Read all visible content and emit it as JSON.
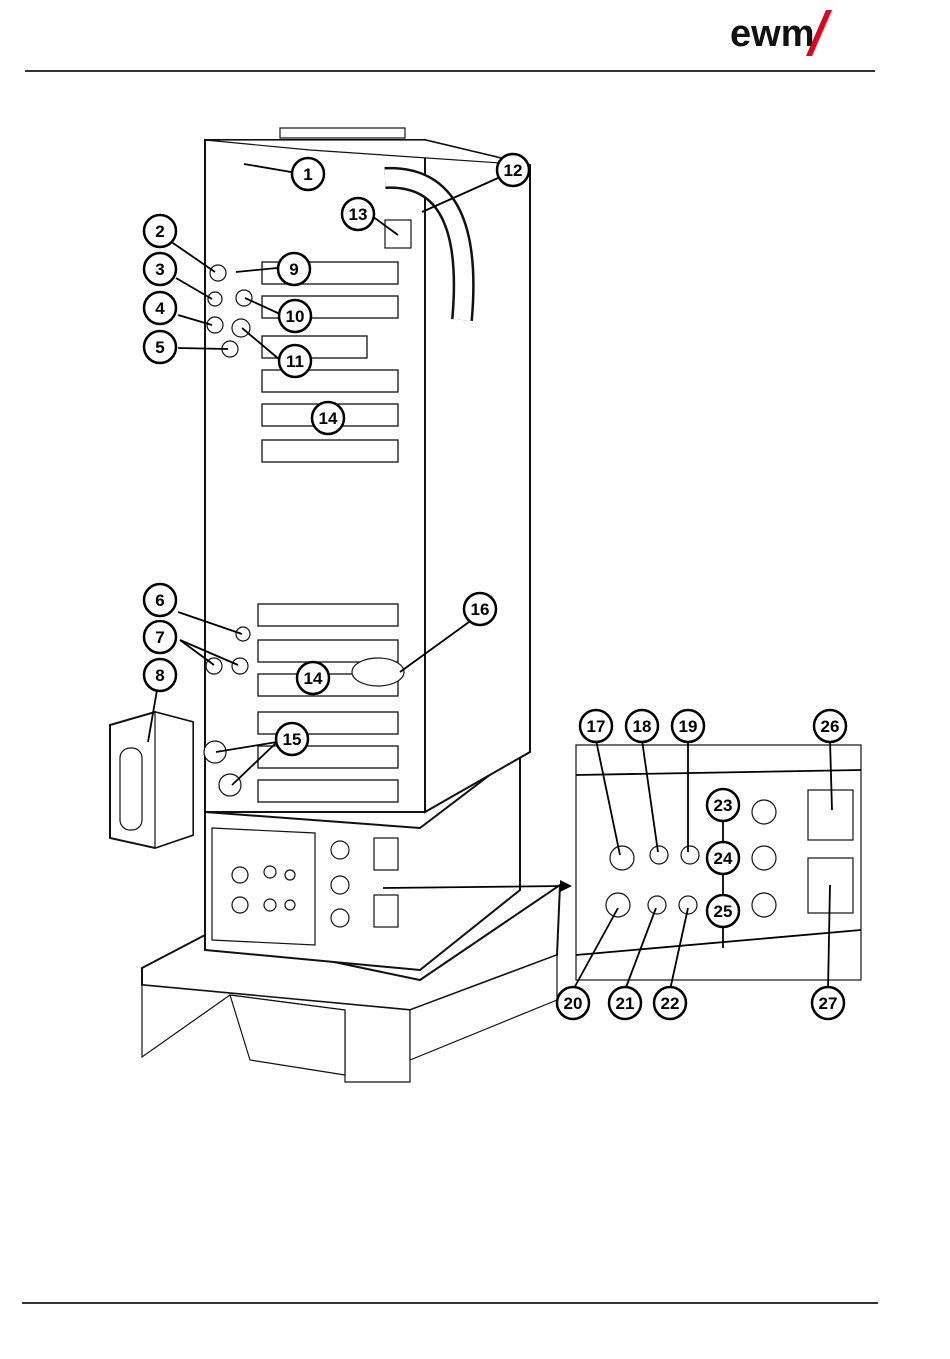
{
  "logo": {
    "text": "ewm"
  },
  "callouts": [
    "1",
    "2",
    "3",
    "4",
    "5",
    "6",
    "7",
    "8",
    "9",
    "10",
    "11",
    "12",
    "13",
    "14",
    "14",
    "15",
    "16",
    "17",
    "18",
    "19",
    "20",
    "21",
    "22",
    "23",
    "24",
    "25",
    "26",
    "27"
  ]
}
